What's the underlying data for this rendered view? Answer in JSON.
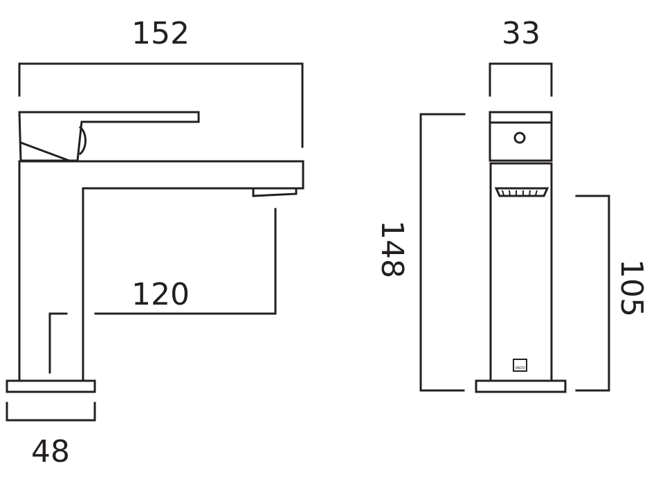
{
  "dimensions": {
    "overall_width": "152",
    "spout_reach": "120",
    "base_width": "48",
    "body_depth": "33",
    "overall_height": "148",
    "spout_height": "105"
  },
  "logo": "VADO",
  "colors": {
    "line": "#231f20",
    "background": "#ffffff"
  }
}
